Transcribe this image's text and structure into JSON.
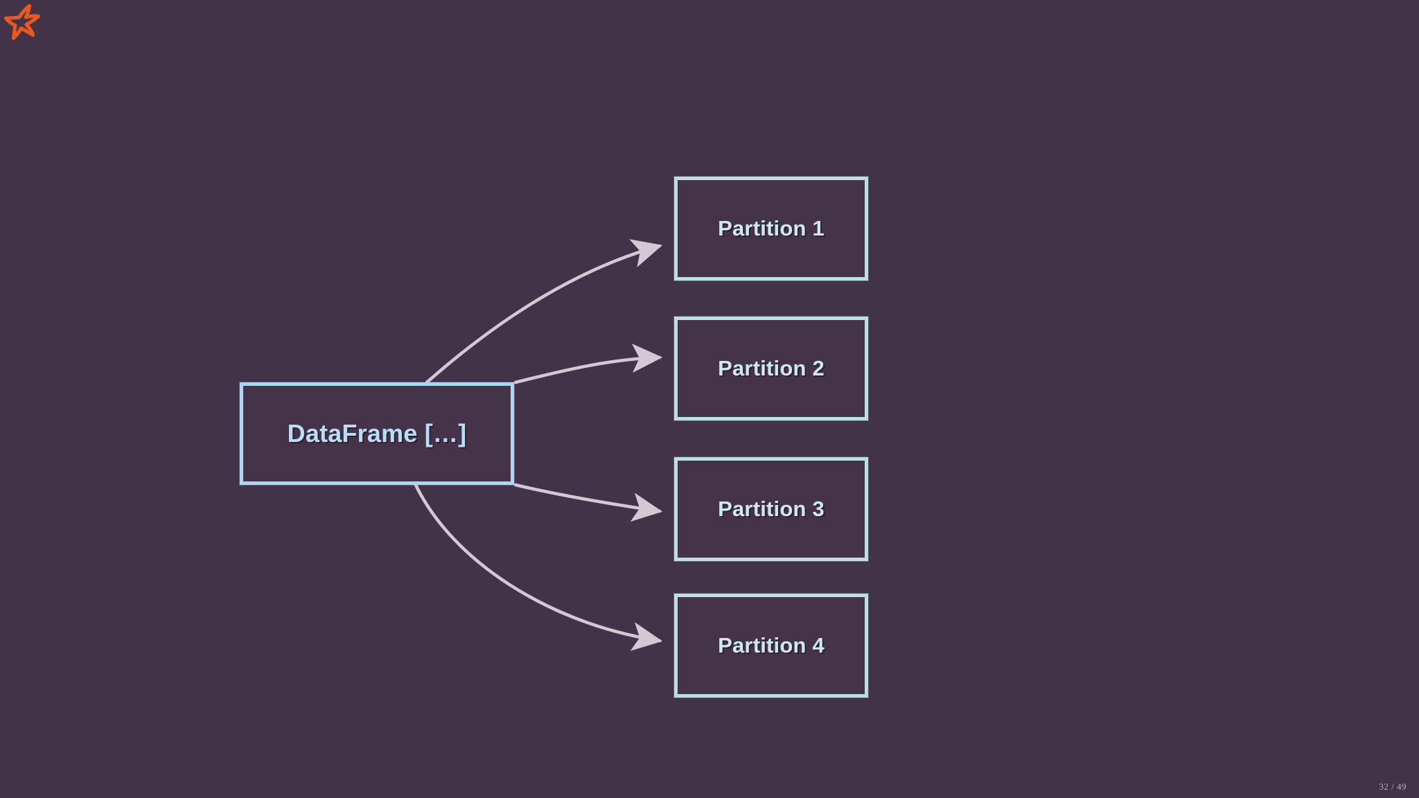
{
  "slide": {
    "background_color": "#433349",
    "page_counter": "32 / 49"
  },
  "logo": {
    "name": "star-icon",
    "color": "#e8581f"
  },
  "diagram": {
    "type": "node-edge",
    "source": {
      "label": "DataFrame […]",
      "border_color": "#aed6f2",
      "text_color": "#b9dcf7"
    },
    "targets": [
      {
        "label": "Partition 1",
        "border_color": "#bcdfe3",
        "text_color": "#cfeaee"
      },
      {
        "label": "Partition 2",
        "border_color": "#bcdfe3",
        "text_color": "#cfeaee"
      },
      {
        "label": "Partition 3",
        "border_color": "#bcdfe3",
        "text_color": "#cfeaee"
      },
      {
        "label": "Partition 4",
        "border_color": "#bcdfe3",
        "text_color": "#cfeaee"
      }
    ],
    "edges": [
      {
        "from": "DataFrame […]",
        "to": "Partition 1"
      },
      {
        "from": "DataFrame […]",
        "to": "Partition 2"
      },
      {
        "from": "DataFrame […]",
        "to": "Partition 3"
      },
      {
        "from": "DataFrame […]",
        "to": "Partition 4"
      }
    ],
    "edge_color": "#d5c7d3"
  }
}
